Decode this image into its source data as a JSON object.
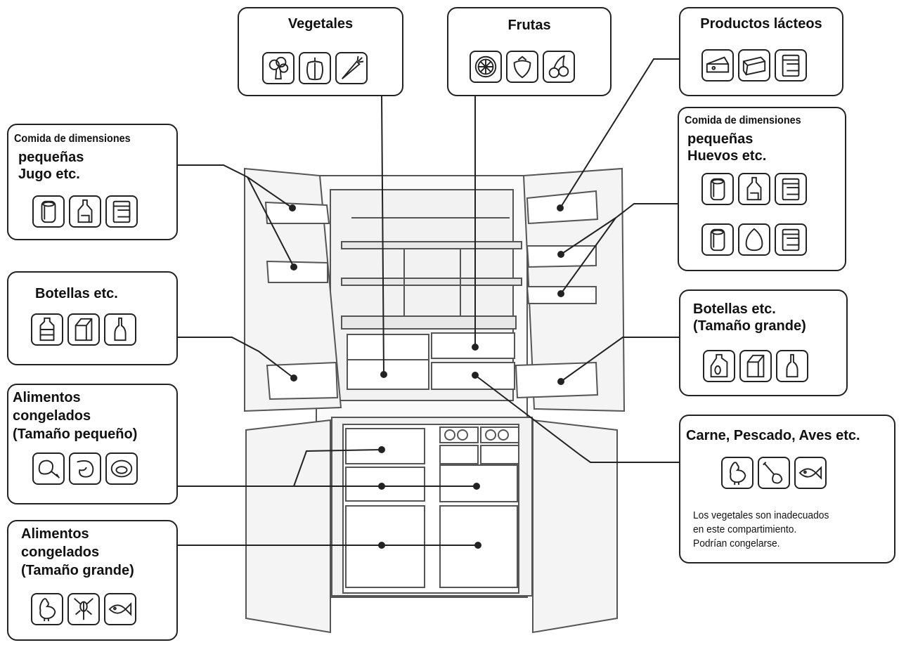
{
  "labels": {
    "vegetables": "Vegetales",
    "fruits": "Frutas",
    "dairy": "Productos lácteos",
    "small_juice_line1": "Comida de dimensiones",
    "small_juice_line2": "pequeñas",
    "small_juice_line3": "Jugo etc.",
    "small_eggs_line1": "Comida de dimensiones",
    "small_eggs_line2": "pequeñas",
    "small_eggs_line3": "Huevos etc.",
    "bottles_left": "Botellas etc.",
    "bottles_large_line1": "Botellas etc.",
    "bottles_large_line2": "(Tamaño grande)",
    "frozen_small_line1": "Alimentos",
    "frozen_small_line2": "congelados",
    "frozen_small_line3": "(Tamaño pequeño)",
    "frozen_large_line1": "Alimentos",
    "frozen_large_line2": "congelados",
    "frozen_large_line3": "(Tamaño grande)",
    "meat": "Carne, Pescado, Aves etc.",
    "meat_note_line1": "Los vegetales son inadecuados",
    "meat_note_line2": "en este compartimiento.",
    "meat_note_line3": "Podrían congelarse."
  },
  "icons": {
    "vegetables": [
      "broccoli-icon",
      "pepper-icon",
      "carrot-icon"
    ],
    "fruits": [
      "orange-slice-icon",
      "strawberry-icon",
      "cherry-icon"
    ],
    "dairy": [
      "cheese-icon",
      "butter-icon",
      "container-icon"
    ],
    "small_juice": [
      "can-icon",
      "bottle-icon",
      "container-icon"
    ],
    "small_eggs": [
      "can-icon",
      "bottle-icon",
      "container-icon",
      "can-icon",
      "egg-icon",
      "container-icon"
    ],
    "bottles_left": [
      "water-bottle-icon",
      "milk-carton-icon",
      "wine-bottle-icon"
    ],
    "bottles_large": [
      "jug-icon",
      "milk-carton-icon",
      "wine-bottle-icon"
    ],
    "frozen_small": [
      "drumstick-icon",
      "shrimp-icon",
      "fish-steak-icon"
    ],
    "frozen_large": [
      "chicken-icon",
      "lobster-icon",
      "fish-icon"
    ],
    "meat": [
      "chicken-icon",
      "drumstick-icon",
      "fish-icon"
    ]
  }
}
